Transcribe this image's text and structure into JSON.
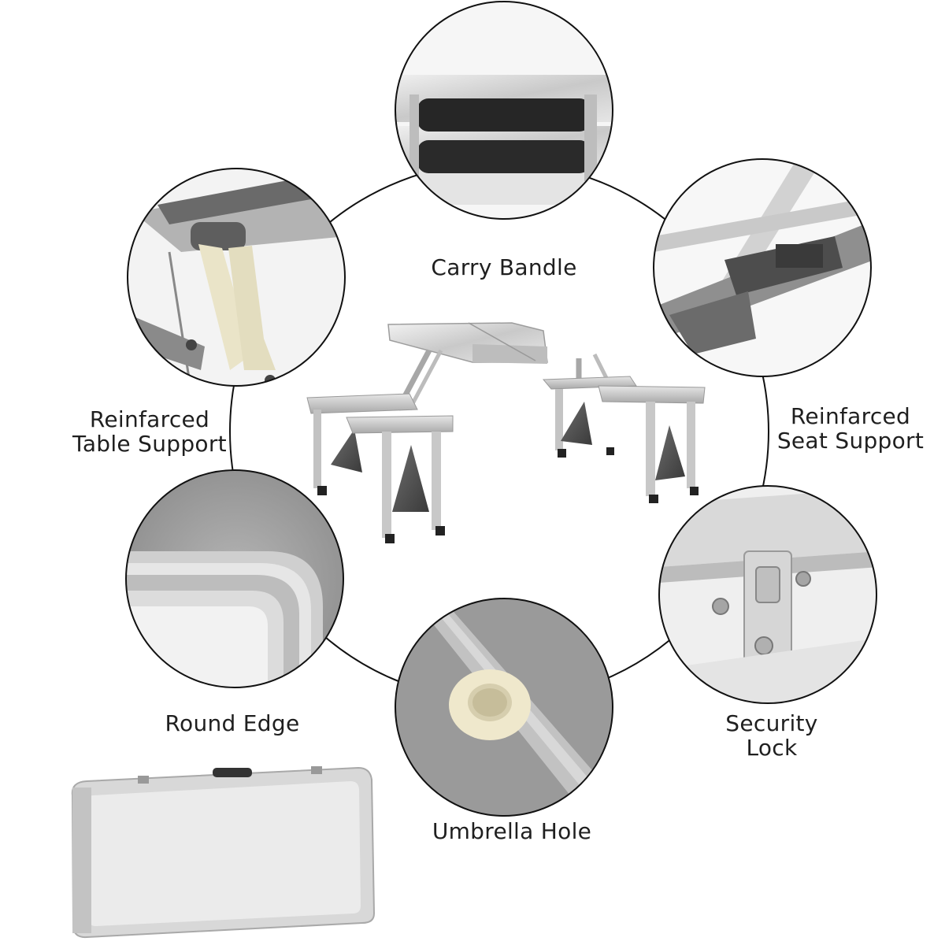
{
  "features": {
    "carry_handle": "Carry Bandle",
    "table_support": [
      "Reinfarced",
      "Table Support"
    ],
    "seat_support": [
      "Reinfarced",
      "Seat Support"
    ],
    "round_edge": "Round Edge",
    "security_lock": [
      "Security",
      "Lock"
    ],
    "umbrella_hole": "Umbrella Hole"
  }
}
